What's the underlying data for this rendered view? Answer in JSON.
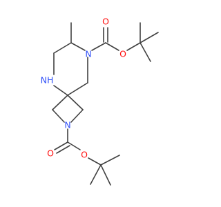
{
  "structure": {
    "atoms": [
      {
        "id": "o_top_carbonyl",
        "symbol": "O",
        "color": "#ff0d0d"
      },
      {
        "id": "o_top_ester",
        "symbol": "O",
        "color": "#ff0d0d"
      },
      {
        "id": "n_piperazine_tert",
        "symbol": "N",
        "color": "#3050f8"
      },
      {
        "id": "nh_piperazine",
        "symbol": "NH",
        "color": "#3050f8"
      },
      {
        "id": "n_azetidine",
        "symbol": "N",
        "color": "#3050f8"
      },
      {
        "id": "o_bottom_carbonyl",
        "symbol": "O",
        "color": "#ff0d0d"
      },
      {
        "id": "o_bottom_ester",
        "symbol": "O",
        "color": "#ff0d0d"
      }
    ],
    "bond_color": "#404040"
  }
}
